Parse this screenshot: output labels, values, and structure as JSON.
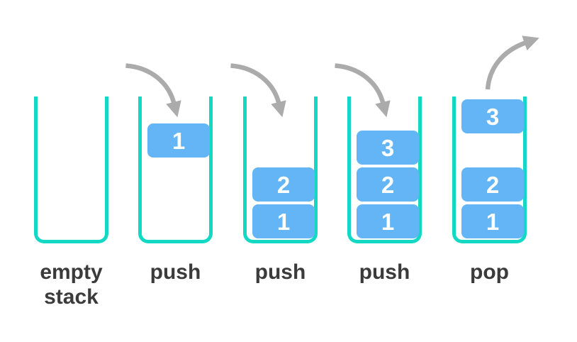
{
  "colors": {
    "teal": "#12d8c4",
    "box_blue": "#64b5f6",
    "arrow_gray": "#ababab",
    "label_gray": "#3b3b3b",
    "number_white": "#ffffff",
    "bg": "#ffffff"
  },
  "stacks": [
    {
      "label": "empty stack",
      "arrow": "none",
      "items": []
    },
    {
      "label": "push",
      "arrow": "push",
      "items": [
        {
          "value": "1",
          "state": "being-pushed"
        }
      ]
    },
    {
      "label": "push",
      "arrow": "push",
      "items": [
        {
          "value": "2",
          "state": "in-stack"
        },
        {
          "value": "1",
          "state": "in-stack"
        }
      ]
    },
    {
      "label": "push",
      "arrow": "push",
      "items": [
        {
          "value": "3",
          "state": "in-stack"
        },
        {
          "value": "2",
          "state": "in-stack"
        },
        {
          "value": "1",
          "state": "in-stack"
        }
      ]
    },
    {
      "label": "pop",
      "arrow": "pop",
      "items": [
        {
          "value": "3",
          "state": "being-popped"
        },
        {
          "value": "2",
          "state": "in-stack"
        },
        {
          "value": "1",
          "state": "in-stack"
        }
      ]
    }
  ]
}
